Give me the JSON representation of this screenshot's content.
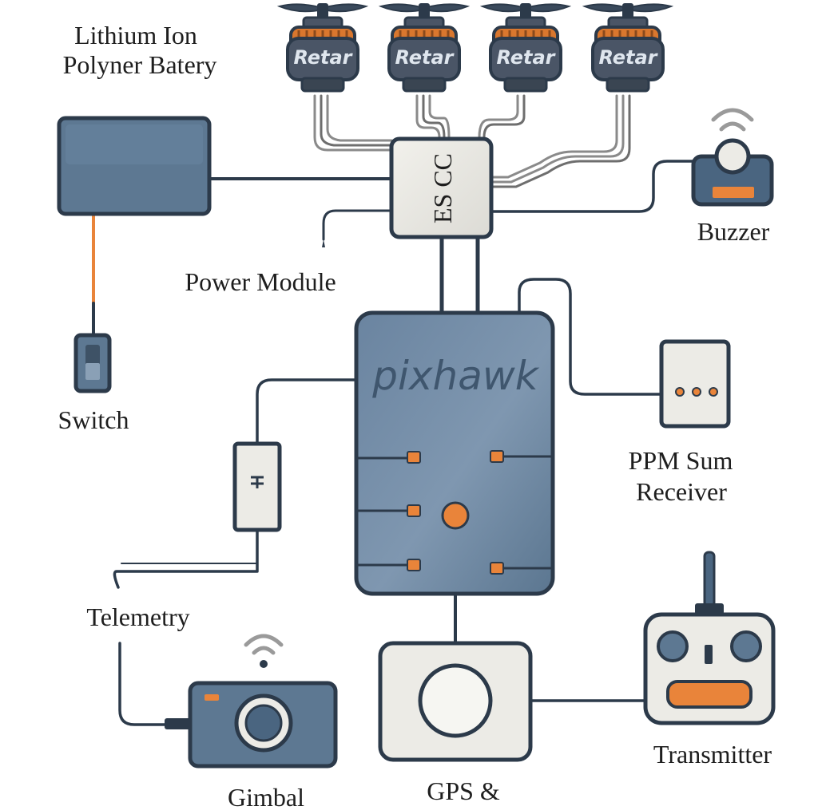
{
  "labels": {
    "battery_line1": "Lithium Ion",
    "battery_line2": "Polyner Batery",
    "power_module": "Power Module",
    "switch": "Switch",
    "esc": "ES CC",
    "buzzer": "Buzzer",
    "flight_controller": "pixhawk",
    "ppm_line1": "PPM Sum",
    "ppm_line2": "Receiver",
    "telemetry": "Telemetry",
    "gimbal": "Gimbal",
    "gps": "GPS &",
    "transmitter": "Transmitter"
  },
  "motors": [
    {
      "label": "Retar"
    },
    {
      "label": "Retar"
    },
    {
      "label": "Retar"
    },
    {
      "label": "Retar"
    }
  ],
  "colors": {
    "device_blue": "#5d7892",
    "outline": "#2c3a4a",
    "accent_orange": "#e9843a",
    "panel_light": "#ecebe6",
    "wire_gray": "#8a8a8a"
  }
}
